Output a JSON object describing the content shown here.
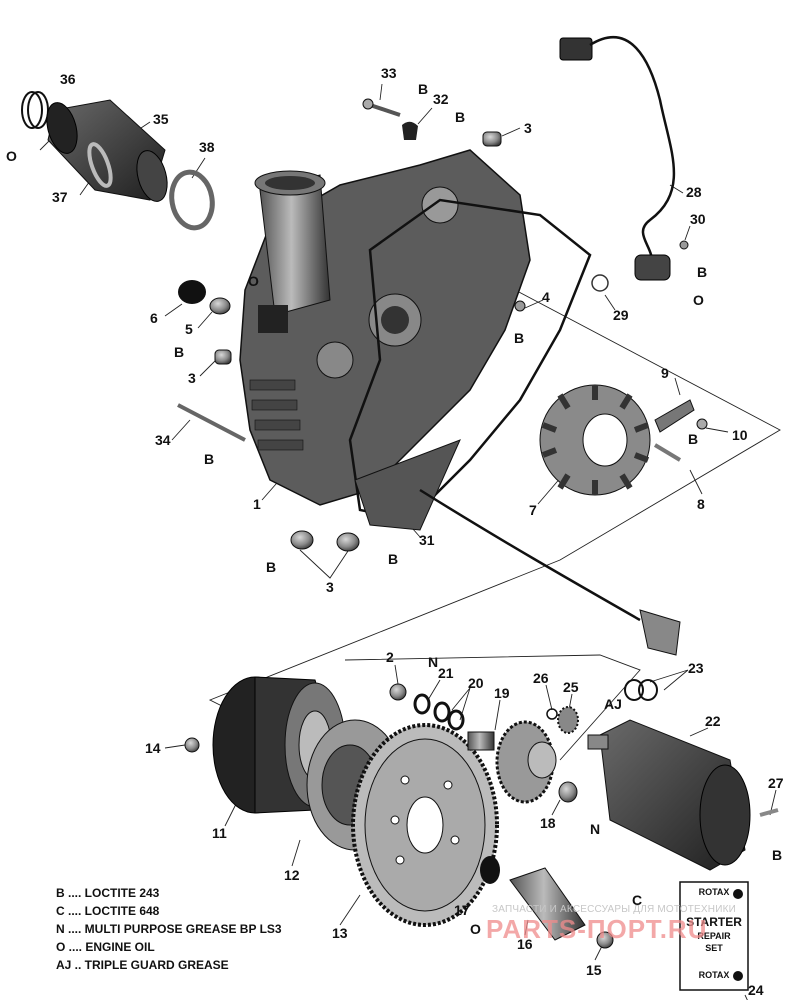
{
  "callouts": [
    {
      "id": "n36",
      "text": "36"
    },
    {
      "id": "n35",
      "text": "35"
    },
    {
      "id": "n37",
      "text": "37"
    },
    {
      "id": "n38",
      "text": "38"
    },
    {
      "id": "n33",
      "text": "33"
    },
    {
      "id": "n32",
      "text": "32"
    },
    {
      "id": "n3a",
      "text": "3"
    },
    {
      "id": "n28",
      "text": "28"
    },
    {
      "id": "n30",
      "text": "30"
    },
    {
      "id": "n29",
      "text": "29"
    },
    {
      "id": "n4",
      "text": "4"
    },
    {
      "id": "n6",
      "text": "6"
    },
    {
      "id": "n5",
      "text": "5"
    },
    {
      "id": "n3b",
      "text": "3"
    },
    {
      "id": "n34",
      "text": "34"
    },
    {
      "id": "n1",
      "text": "1"
    },
    {
      "id": "n9",
      "text": "9"
    },
    {
      "id": "n10",
      "text": "10"
    },
    {
      "id": "n7",
      "text": "7"
    },
    {
      "id": "n8",
      "text": "8"
    },
    {
      "id": "n31",
      "text": "31"
    },
    {
      "id": "n3c",
      "text": "3"
    },
    {
      "id": "n2",
      "text": "2"
    },
    {
      "id": "n21",
      "text": "21"
    },
    {
      "id": "n20",
      "text": "20"
    },
    {
      "id": "n19",
      "text": "19"
    },
    {
      "id": "n26",
      "text": "26"
    },
    {
      "id": "n25",
      "text": "25"
    },
    {
      "id": "n23",
      "text": "23"
    },
    {
      "id": "n22",
      "text": "22"
    },
    {
      "id": "n14",
      "text": "14"
    },
    {
      "id": "n11",
      "text": "11"
    },
    {
      "id": "n18",
      "text": "18"
    },
    {
      "id": "n27",
      "text": "27"
    },
    {
      "id": "n12",
      "text": "12"
    },
    {
      "id": "n17",
      "text": "17"
    },
    {
      "id": "n13",
      "text": "13"
    },
    {
      "id": "n16",
      "text": "16"
    },
    {
      "id": "n15",
      "text": "15"
    },
    {
      "id": "n24",
      "text": "24"
    }
  ],
  "markers": [
    {
      "id": "m36o",
      "text": "O"
    },
    {
      "id": "m33b",
      "text": "B"
    },
    {
      "id": "m3b1",
      "text": "B"
    },
    {
      "id": "m30b",
      "text": "B"
    },
    {
      "id": "m30o",
      "text": "O"
    },
    {
      "id": "m5o",
      "text": "O"
    },
    {
      "id": "m4b",
      "text": "B"
    },
    {
      "id": "m3b2",
      "text": "B"
    },
    {
      "id": "m34b",
      "text": "B"
    },
    {
      "id": "m10b",
      "text": "B"
    },
    {
      "id": "m3c1",
      "text": "B"
    },
    {
      "id": "m3c2",
      "text": "B"
    },
    {
      "id": "m2n",
      "text": "N"
    },
    {
      "id": "m25aj",
      "text": "AJ"
    },
    {
      "id": "m18n",
      "text": "N"
    },
    {
      "id": "m27b",
      "text": "B"
    },
    {
      "id": "m17o",
      "text": "O"
    },
    {
      "id": "m16c",
      "text": "C"
    }
  ],
  "legend": [
    {
      "code": "B",
      "text": "B .... LOCTITE 243"
    },
    {
      "code": "C",
      "text": "C .... LOCTITE 648"
    },
    {
      "code": "N",
      "text": "N .... MULTI PURPOSE GREASE BP LS3"
    },
    {
      "code": "O",
      "text": "O .... ENGINE OIL"
    },
    {
      "code": "AJ",
      "text": "AJ .. TRIPLE GUARD GREASE"
    }
  ],
  "repair_kit": {
    "brand_top": "ROTAX",
    "line1": "STARTER",
    "line2": "REPAIR",
    "line3": "SET",
    "brand_bottom": "ROTAX"
  },
  "watermark": {
    "text": "ЗАПЧАСТИ И АКСЕССУАРЫ ДЛЯ МОТОТЕХНИКИ",
    "logo": "PARTS-ПОРТ.RU"
  }
}
